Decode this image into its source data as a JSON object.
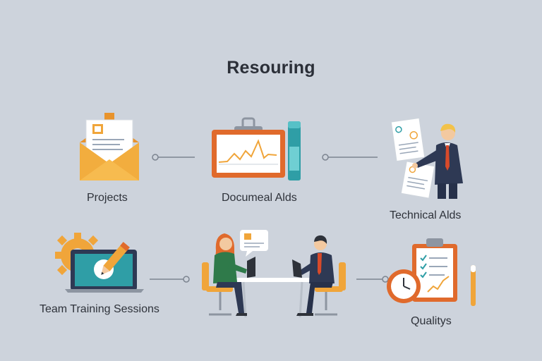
{
  "title": "Resouring",
  "nodes": {
    "projects": {
      "label": "Projects",
      "icon": "envelope-icon"
    },
    "documeal": {
      "label": "Documeal Alds",
      "icon": "chart-board-icon"
    },
    "technical": {
      "label": "Technical Alds",
      "icon": "presenter-icon"
    },
    "training": {
      "label": "Team Training Sessions",
      "icon": "laptop-gear-icon"
    },
    "meeting": {
      "label": "",
      "icon": "meeting-icon"
    },
    "qualitys": {
      "label": "Qualitys",
      "icon": "clipboard-clock-icon"
    }
  },
  "colors": {
    "background": "#cdd3dc",
    "orange": "#f0a53a",
    "dark_orange": "#e06a2c",
    "teal": "#2f9ea6",
    "navy": "#2e3954",
    "connector": "#7c8490"
  }
}
